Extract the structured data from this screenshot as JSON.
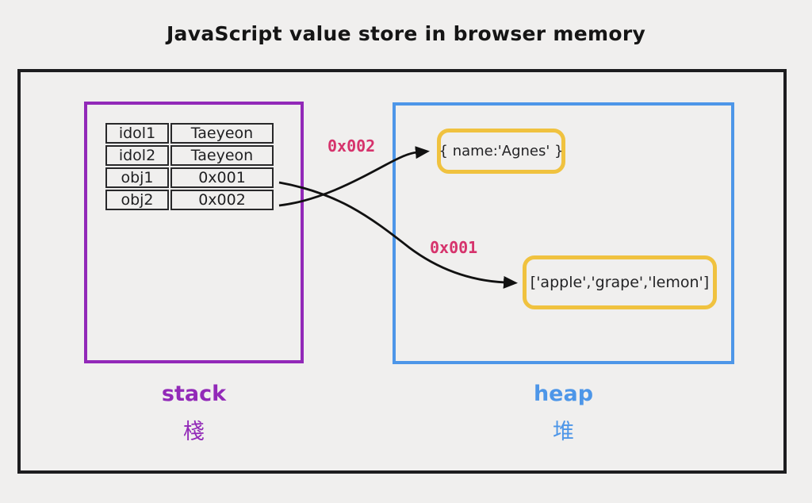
{
  "title": "JavaScript value store in browser memory",
  "stack": {
    "label": "stack",
    "label_zh": "棧",
    "table": {
      "rows": [
        {
          "key": "idol1",
          "value": "Taeyeon"
        },
        {
          "key": "idol2",
          "value": "Taeyeon"
        },
        {
          "key": "obj1",
          "value": "0x001"
        },
        {
          "key": "obj2",
          "value": "0x002"
        }
      ]
    }
  },
  "heap": {
    "label": "heap",
    "label_zh": "堆",
    "objects": [
      "{ name:'Agnes' }",
      "['apple','grape','lemon']"
    ]
  },
  "pointers": {
    "to_agnes": "0x002",
    "to_array": "0x001"
  },
  "colors": {
    "bg": "#f0efee",
    "outline": "#1d1d1f",
    "purple": "#9229b8",
    "blue": "#4d96e8",
    "yellow": "#f0c23f",
    "pink": "#d6336c",
    "arrow": "#111111",
    "text": "#1d1d1d"
  }
}
